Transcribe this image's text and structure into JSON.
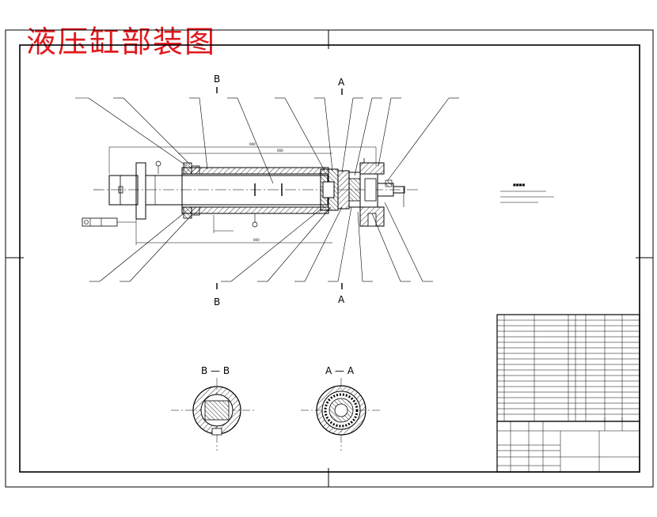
{
  "drawing": {
    "title": "液压缸部装图",
    "section_markers": {
      "A": "A",
      "B": "B"
    },
    "section_views": {
      "left": "B — B",
      "right": "A — A"
    },
    "title_color": "#e0191e",
    "line_color": "#000000"
  }
}
